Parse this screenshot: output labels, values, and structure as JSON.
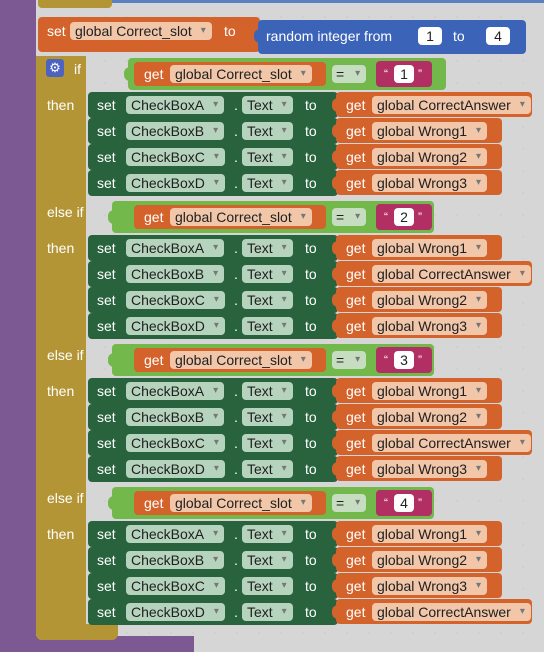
{
  "top_block": {
    "set": "set",
    "var": "global Correct_slot",
    "to": "to",
    "random": "random integer from",
    "from_val": "1",
    "to_label": "to",
    "to_val": "4"
  },
  "if_labels": [
    "if",
    "else if",
    "else if",
    "else if"
  ],
  "then_label": "then",
  "get_label": "get",
  "cond_var": "global Correct_slot",
  "compare_op": "=",
  "cond_values": [
    "1",
    "2",
    "3",
    "4"
  ],
  "set_label": "set",
  "dot": ".",
  "to_label": "to",
  "prop": "Text",
  "checkboxes": [
    "CheckBoxA",
    "CheckBoxB",
    "CheckBoxC",
    "CheckBoxD"
  ],
  "assignments": [
    [
      "global CorrectAnswer",
      "global Wrong1",
      "global Wrong2",
      "global Wrong3"
    ],
    [
      "global Wrong1",
      "global CorrectAnswer",
      "global Wrong2",
      "global Wrong3"
    ],
    [
      "global Wrong1",
      "global Wrong2",
      "global CorrectAnswer",
      "global Wrong3"
    ],
    [
      "global Wrong1",
      "global Wrong2",
      "global Wrong3",
      "global CorrectAnswer"
    ]
  ],
  "colors": {
    "control": "#b39536",
    "variable": "#d4622b",
    "component": "#28633e",
    "math": "#3b64b8",
    "logic": "#72b84a",
    "text": "#b12f62",
    "procedure": "#7c5993"
  }
}
